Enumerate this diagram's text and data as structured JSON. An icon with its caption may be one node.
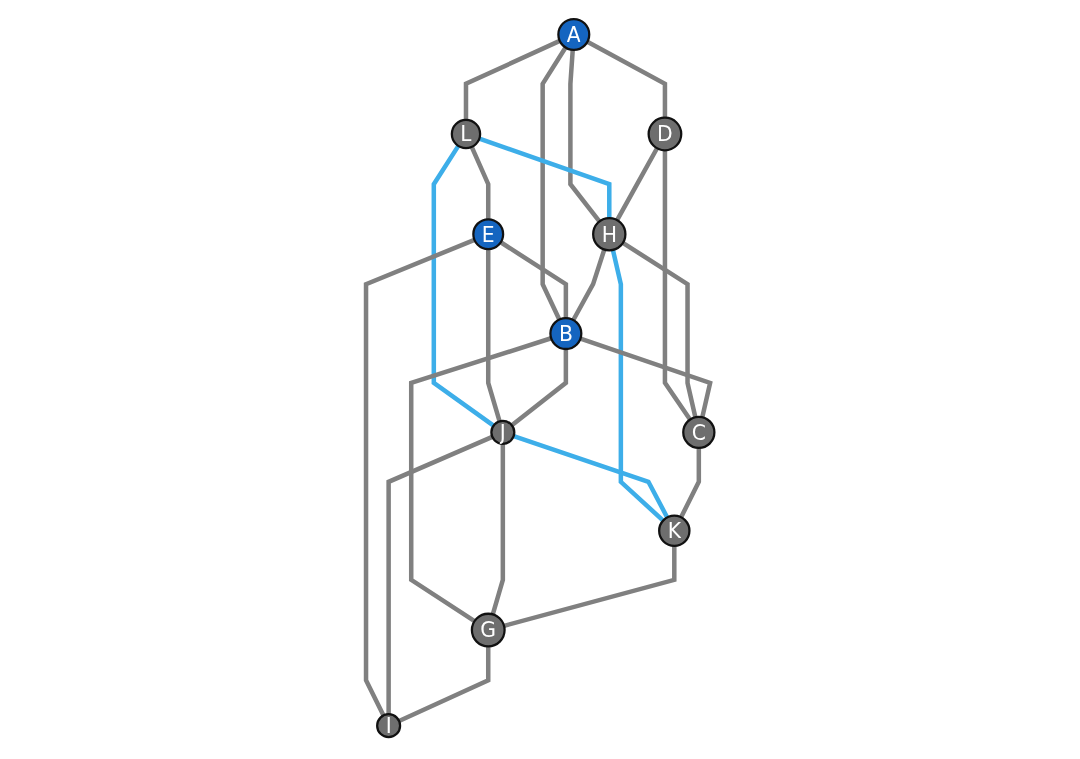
{
  "diagram": {
    "nodes": [
      {
        "text": [
          "A"
        ]
      },
      {
        "text": [
          "L"
        ]
      },
      {
        "text": [
          "E"
        ]
      },
      {
        "text": [
          "D"
        ]
      },
      {
        "text": [
          "H"
        ]
      },
      {
        "text": [
          "B"
        ]
      },
      {
        "text": [
          "J"
        ]
      },
      {
        "text": [
          "I"
        ]
      },
      {
        "text": [
          "C"
        ]
      },
      {
        "text": [
          "K"
        ]
      },
      {
        "text": [
          "G"
        ]
      }
    ],
    "edges": [
      {
        "from": 0,
        "to": 1,
        "arrow": "none"
      },
      {
        "from": 1,
        "to": 2,
        "arrow": "none"
      },
      {
        "from": 0,
        "to": 3,
        "arrow": "none"
      },
      {
        "from": 0,
        "to": 4,
        "arrow": "none"
      },
      {
        "from": 0,
        "to": 5,
        "arrow": "none"
      },
      {
        "from": 1,
        "to": 4,
        "arrow": "none",
        "color": "#3daee9"
      },
      {
        "from": 1,
        "to": 6,
        "arrow": "none",
        "color": "#3daee9"
      },
      {
        "from": 2,
        "to": 5,
        "arrow": "none"
      },
      {
        "from": 2,
        "to": 6,
        "arrow": "none"
      },
      {
        "from": 2,
        "to": 7,
        "arrow": "none"
      },
      {
        "from": 3,
        "to": 4,
        "arrow": "none"
      },
      {
        "from": 4,
        "to": 5,
        "arrow": "none"
      },
      {
        "from": 3,
        "to": 8,
        "arrow": "none"
      },
      {
        "from": 4,
        "to": 8,
        "arrow": "none"
      },
      {
        "from": 4,
        "to": 9,
        "arrow": "none",
        "color": "#3daee9"
      },
      {
        "from": 5,
        "to": 8,
        "arrow": "none"
      },
      {
        "from": 5,
        "to": 6,
        "arrow": "none"
      },
      {
        "from": 5,
        "to": 10,
        "arrow": "none"
      },
      {
        "from": 6,
        "to": 7,
        "arrow": "none"
      },
      {
        "from": 6,
        "to": 9,
        "arrow": "none",
        "color": "#3daee9"
      },
      {
        "from": 6,
        "to": 10,
        "arrow": "none"
      },
      {
        "from": 8,
        "to": 9,
        "arrow": "none"
      },
      {
        "from": 9,
        "to": 10,
        "arrow": "none"
      },
      {
        "from": 10,
        "to": 7,
        "arrow": "none"
      }
    ]
  }
}
